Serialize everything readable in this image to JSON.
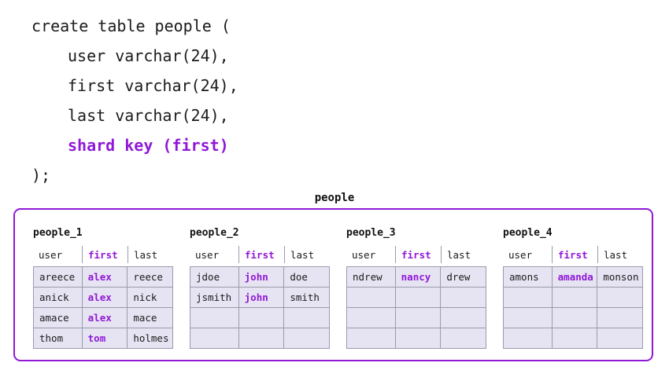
{
  "code": {
    "lines": [
      {
        "text": "create table people (",
        "indent": false,
        "highlight": false
      },
      {
        "text": "user varchar(24),",
        "indent": true,
        "highlight": false
      },
      {
        "text": "first varchar(24),",
        "indent": true,
        "highlight": false
      },
      {
        "text": "last varchar(24),",
        "indent": true,
        "highlight": false
      },
      {
        "text": "shard key (first)",
        "indent": true,
        "highlight": true
      },
      {
        "text": ");",
        "indent": false,
        "highlight": false
      }
    ]
  },
  "diagram": {
    "title": "people",
    "columns": [
      "user",
      "first",
      "last"
    ],
    "shard_key_column": "first",
    "rows_per_shard": 4,
    "colors": {
      "accent": "#9018d8",
      "cell_fill": "#e6e4f2",
      "cell_border": "#9a9aad",
      "text": "#1b1b1b"
    },
    "shards": [
      {
        "name": "people_1",
        "rows": [
          {
            "user": "areece",
            "first": "alex",
            "last": "reece"
          },
          {
            "user": "anick",
            "first": "alex",
            "last": "nick"
          },
          {
            "user": "amace",
            "first": "alex",
            "last": "mace"
          },
          {
            "user": "thom",
            "first": "tom",
            "last": "holmes"
          }
        ]
      },
      {
        "name": "people_2",
        "rows": [
          {
            "user": "jdoe",
            "first": "john",
            "last": "doe"
          },
          {
            "user": "jsmith",
            "first": "john",
            "last": "smith"
          },
          {
            "user": "",
            "first": "",
            "last": ""
          },
          {
            "user": "",
            "first": "",
            "last": ""
          }
        ]
      },
      {
        "name": "people_3",
        "rows": [
          {
            "user": "ndrew",
            "first": "nancy",
            "last": "drew"
          },
          {
            "user": "",
            "first": "",
            "last": ""
          },
          {
            "user": "",
            "first": "",
            "last": ""
          },
          {
            "user": "",
            "first": "",
            "last": ""
          }
        ]
      },
      {
        "name": "people_4",
        "rows": [
          {
            "user": "amons",
            "first": "amanda",
            "last": "monson"
          },
          {
            "user": "",
            "first": "",
            "last": ""
          },
          {
            "user": "",
            "first": "",
            "last": ""
          },
          {
            "user": "",
            "first": "",
            "last": ""
          }
        ]
      }
    ]
  }
}
